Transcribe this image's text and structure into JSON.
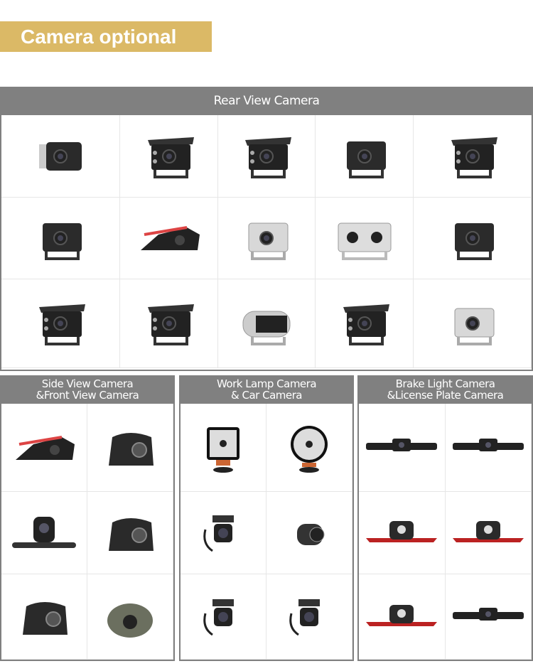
{
  "title": "Camera optional",
  "colors": {
    "banner": "#dbb966",
    "header": "#808080"
  },
  "sections": [
    {
      "title": "Rear View Camera",
      "products": [
        "silver-bracket-camera",
        "black-visor-camera",
        "black-visor-camera",
        "black-box-camera",
        "black-visor-camera",
        "black-box-camera",
        "wedge-camera",
        "silver-box-camera",
        "dual-silver-camera",
        "black-box-camera",
        "black-visor-camera",
        "black-visor-camera",
        "silver-side-camera",
        "black-visor-camera",
        "silver-box-camera"
      ]
    },
    {
      "title_lines": [
        "Side View Camera",
        "&Front View Camera"
      ],
      "products": [
        "wedge-camera",
        "side-camera",
        "bar-mount-camera",
        "side-camera",
        "side-camera",
        "dome-camera"
      ]
    },
    {
      "title_lines": [
        "Work Lamp Camera",
        "& Car Camera"
      ],
      "products": [
        "square-lamp-camera",
        "round-lamp-camera",
        "mini-camera",
        "bullet-camera",
        "mini-camera",
        "mini-camera"
      ]
    },
    {
      "title_lines": [
        "Brake Light Camera",
        "&License Plate Camera"
      ],
      "products": [
        "license-plate-camera",
        "license-plate-camera",
        "brake-light-camera",
        "brake-light-camera",
        "brake-light-camera",
        "license-plate-camera"
      ]
    }
  ]
}
